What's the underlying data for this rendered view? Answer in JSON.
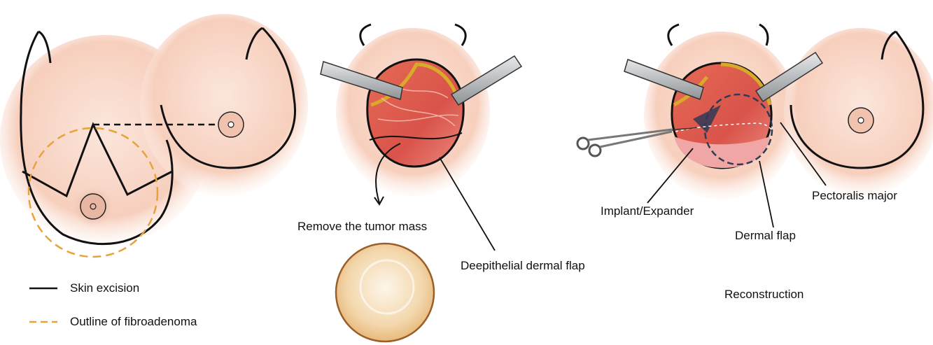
{
  "legend": {
    "skin_excision": "Skin excision",
    "outline_fibroadenoma": "Outline of fibroadenoma"
  },
  "step2": {
    "remove_tumor": "Remove the tumor mass",
    "deepithelial_flap": "Deepithelial dermal flap"
  },
  "step3": {
    "implant": "Implant/Expander",
    "pectoralis": "Pectoralis major",
    "dermal_flap": "Dermal flap",
    "title": "Reconstruction"
  },
  "colors": {
    "skin": "#f6c9b4",
    "muscle": "#d9534a",
    "fibroadenoma_outline": "#e8a23a",
    "tumor": "#f1d3a6",
    "retractor": "#b9bcbf"
  }
}
